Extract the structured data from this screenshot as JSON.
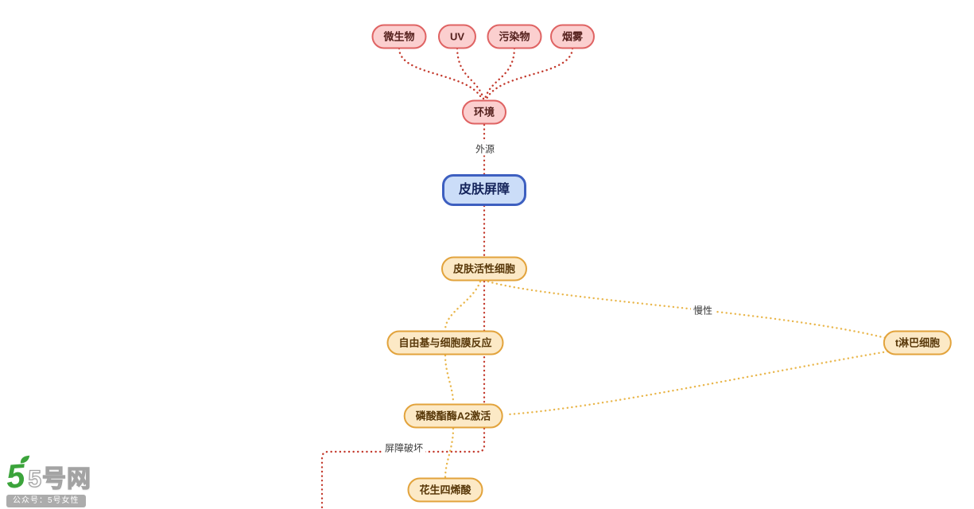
{
  "diagram": {
    "nodes": {
      "microbe": "微生物",
      "uv": "UV",
      "pollutant": "污染物",
      "smoke": "烟雾",
      "environment": "环境",
      "skin_barrier": "皮肤屏障",
      "skin_active_cell": "皮肤活性细胞",
      "free_radical_membrane": "自由基与细胞膜反应",
      "t_lymphocyte": "t淋巴细胞",
      "phospholipase_a2": "磷酸酯酶A2激活",
      "arachidonic_acid": "花生四烯酸"
    },
    "edge_labels": {
      "exogenous": "外源",
      "chronic": "慢性",
      "barrier_damage": "屏障破坏"
    },
    "colors": {
      "pink_fill": "#FBCFCF",
      "pink_border": "#DF6363",
      "blue_fill": "#CBDDF8",
      "blue_border": "#3D5FC0",
      "orange_fill": "#FCE9C6",
      "orange_border": "#E2A33C",
      "red_edge": "#C3392C",
      "orange_edge": "#E9B64B"
    }
  },
  "watermark": {
    "logo_number": "5",
    "site_name": "5号网",
    "subtitle": "公众号：5号女性",
    "brand_green": "#3BA43B"
  }
}
